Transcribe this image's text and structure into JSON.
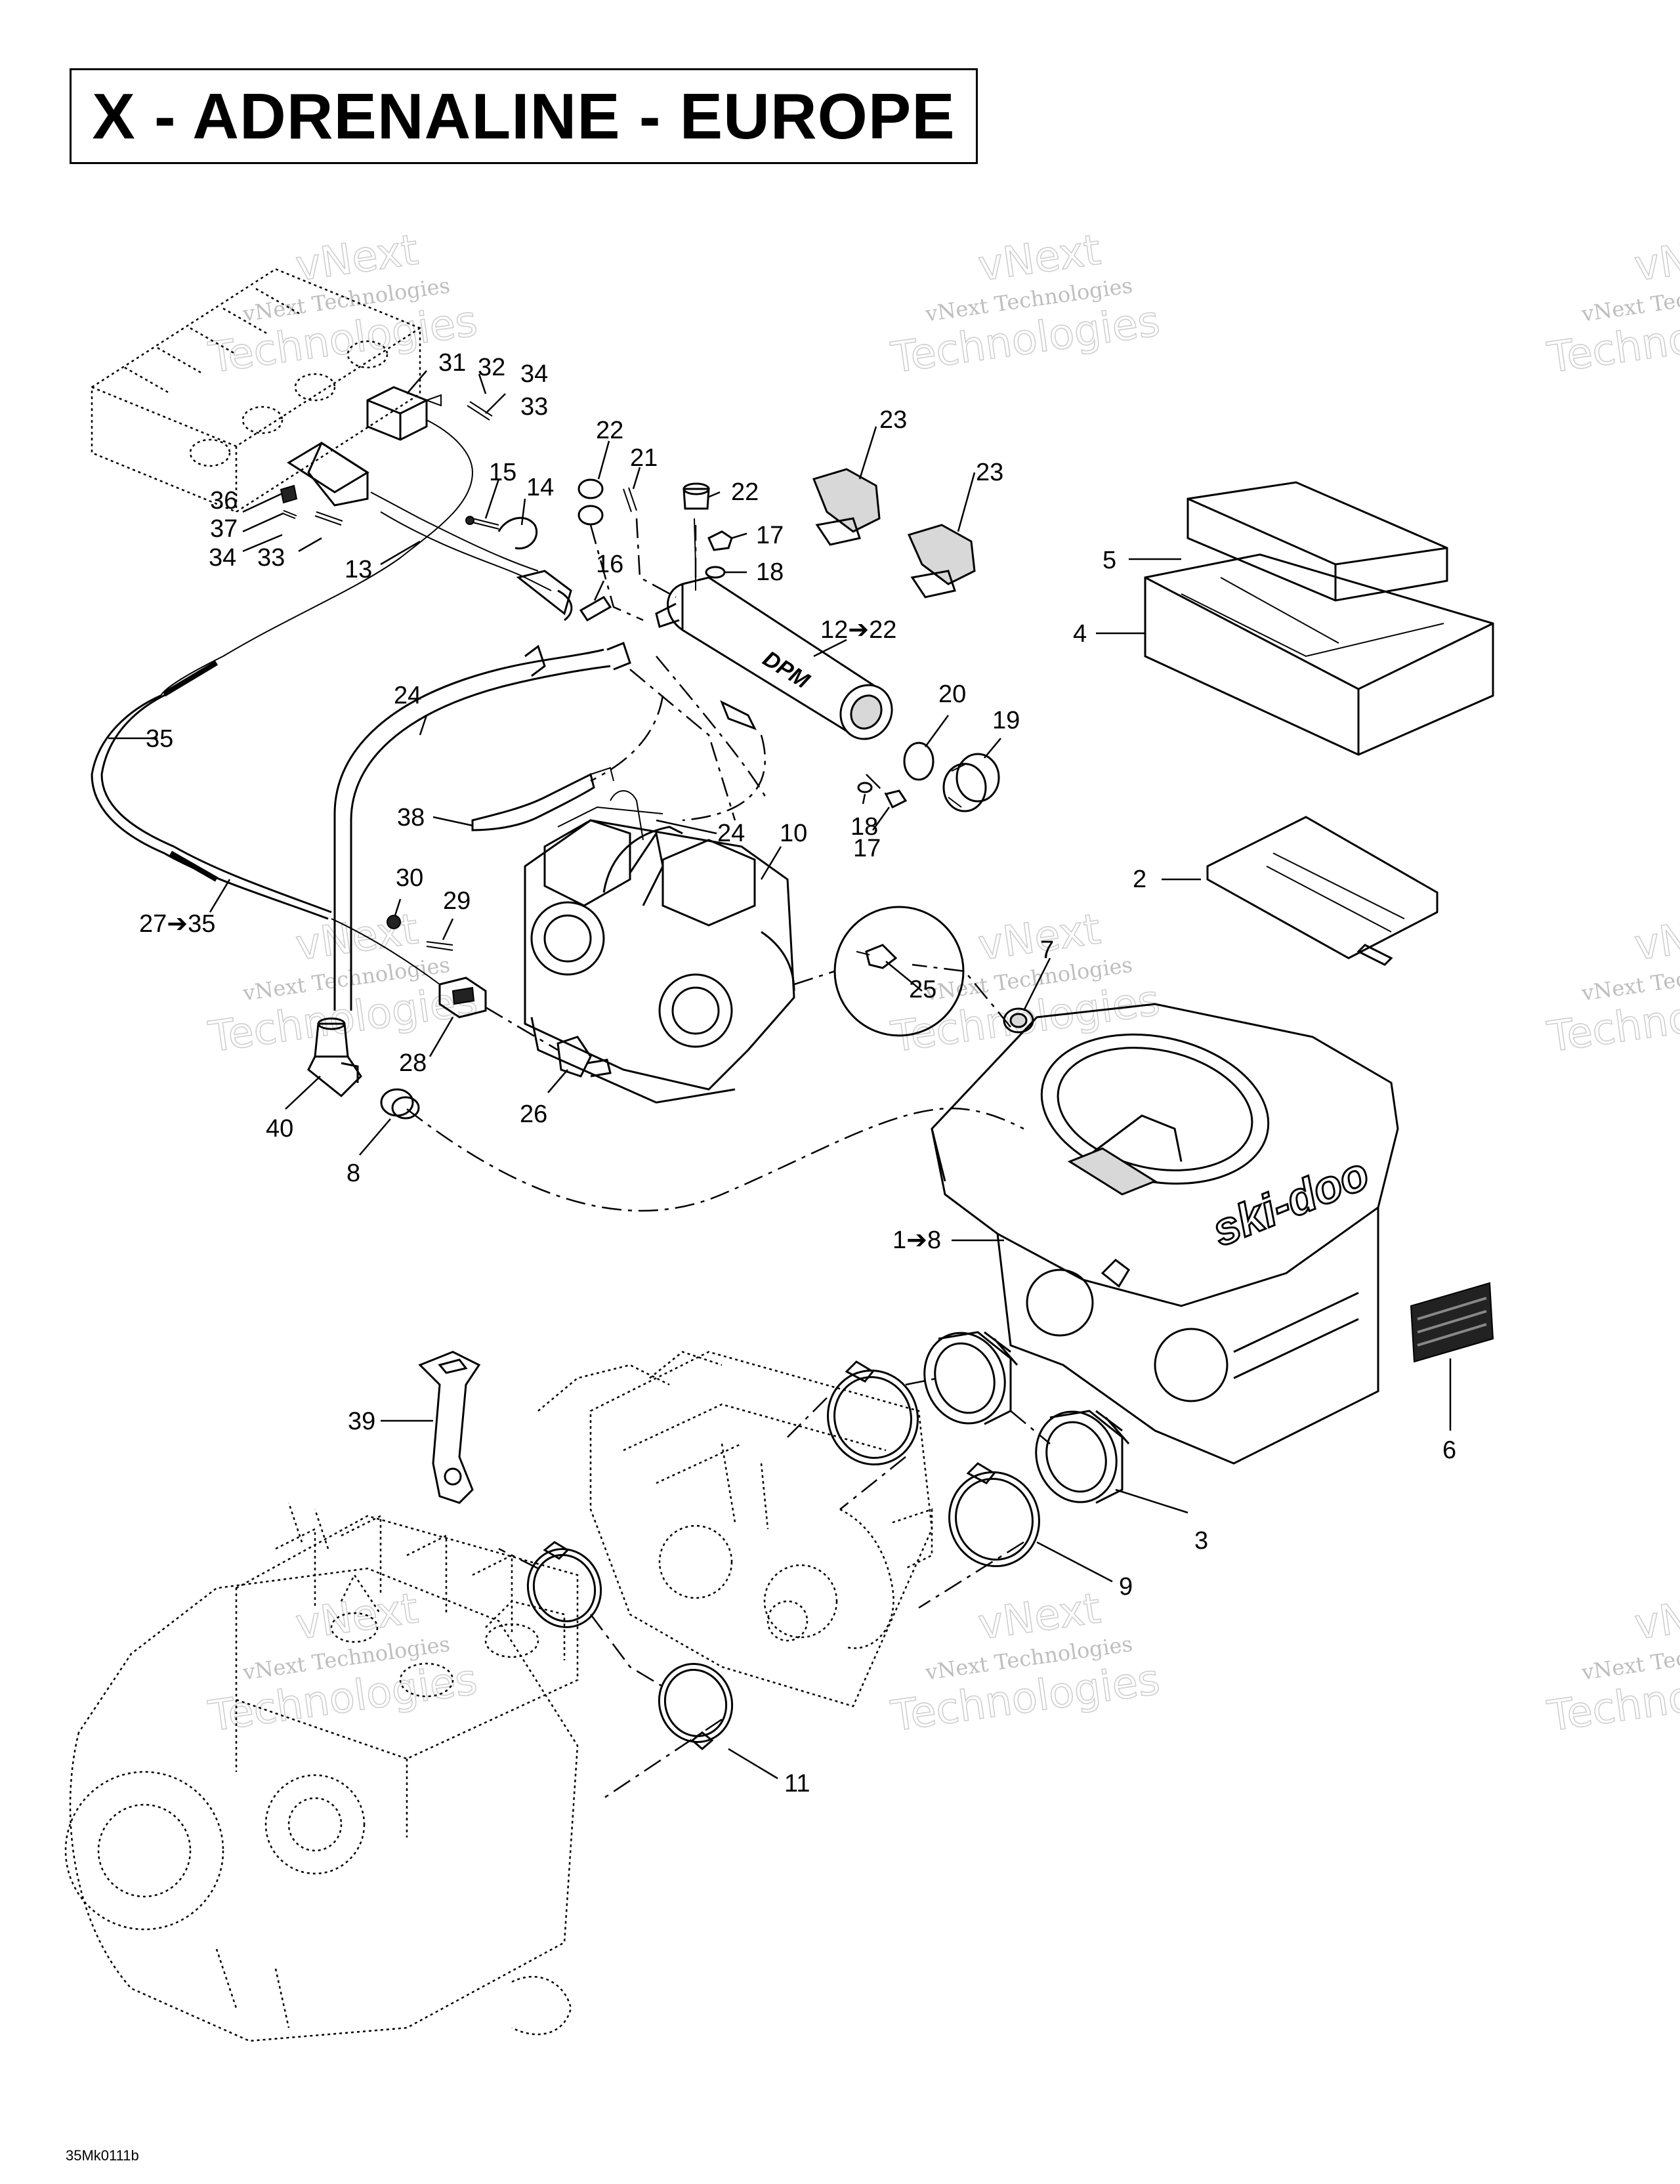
{
  "title": "X - ADRENALINE - EUROPE",
  "figure_code": "35Mk0111b",
  "watermark": {
    "line1": "vNext Technologies",
    "line2": "vNext",
    "line3": "Technologies"
  },
  "brand_logo": "ski-doo",
  "tube_logo": "DPM",
  "callouts": [
    {
      "id": "c1",
      "text": "31"
    },
    {
      "id": "c2",
      "text": "32"
    },
    {
      "id": "c3",
      "text": "34"
    },
    {
      "id": "c4",
      "text": "33"
    },
    {
      "id": "c5",
      "text": "22"
    },
    {
      "id": "c6",
      "text": "21"
    },
    {
      "id": "c7",
      "text": "22"
    },
    {
      "id": "c8",
      "text": "23"
    },
    {
      "id": "c9",
      "text": "23"
    },
    {
      "id": "c10",
      "text": "15"
    },
    {
      "id": "c11",
      "text": "14"
    },
    {
      "id": "c12",
      "text": "36"
    },
    {
      "id": "c13",
      "text": "37"
    },
    {
      "id": "c14",
      "text": "34"
    },
    {
      "id": "c15",
      "text": "33"
    },
    {
      "id": "c16",
      "text": "13"
    },
    {
      "id": "c17",
      "text": "16"
    },
    {
      "id": "c18",
      "text": "17"
    },
    {
      "id": "c19",
      "text": "18"
    },
    {
      "id": "c20",
      "text": "5"
    },
    {
      "id": "c21",
      "text": "4"
    },
    {
      "id": "c22",
      "text": "12➔22"
    },
    {
      "id": "c23",
      "text": "20"
    },
    {
      "id": "c24",
      "text": "19"
    },
    {
      "id": "c25",
      "text": "35"
    },
    {
      "id": "c26",
      "text": "24"
    },
    {
      "id": "c27",
      "text": "38"
    },
    {
      "id": "c28",
      "text": "24"
    },
    {
      "id": "c29",
      "text": "10"
    },
    {
      "id": "c30",
      "text": "18"
    },
    {
      "id": "c31",
      "text": "17"
    },
    {
      "id": "c32",
      "text": "2"
    },
    {
      "id": "c33",
      "text": "30"
    },
    {
      "id": "c34",
      "text": "29"
    },
    {
      "id": "c35",
      "text": "27➔35"
    },
    {
      "id": "c36",
      "text": "25"
    },
    {
      "id": "c37",
      "text": "7"
    },
    {
      "id": "c38",
      "text": "28"
    },
    {
      "id": "c39",
      "text": "26"
    },
    {
      "id": "c40",
      "text": "40"
    },
    {
      "id": "c41",
      "text": "8"
    },
    {
      "id": "c42",
      "text": "1➔8"
    },
    {
      "id": "c43",
      "text": "6"
    },
    {
      "id": "c44",
      "text": "39"
    },
    {
      "id": "c45",
      "text": "3"
    },
    {
      "id": "c46",
      "text": "9"
    },
    {
      "id": "c47",
      "text": "11"
    }
  ]
}
